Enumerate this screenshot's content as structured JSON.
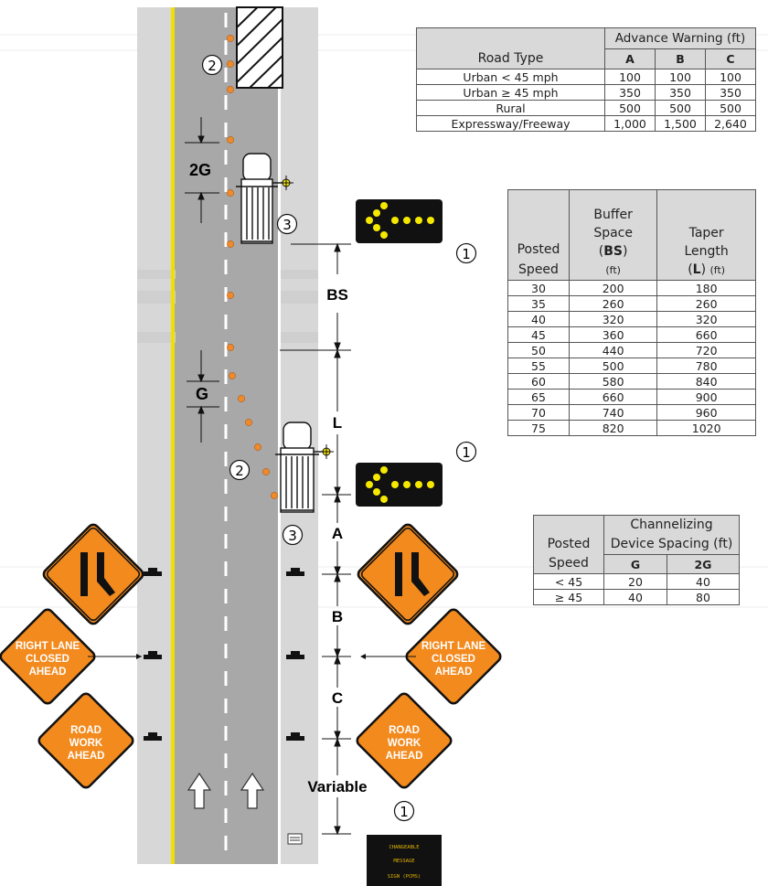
{
  "diagram": {
    "dimension_labels": {
      "two_g": "2G",
      "g": "G",
      "bs": "BS",
      "l": "L",
      "a": "A",
      "b": "B",
      "c": "C",
      "variable": "Variable"
    },
    "callouts": {
      "one": "1",
      "two": "2",
      "three": "3"
    },
    "signs": {
      "right_lane_closed": [
        "RIGHT LANE",
        "CLOSED",
        "AHEAD"
      ],
      "road_work_ahead": [
        "ROAD",
        "WORK",
        "AHEAD"
      ],
      "pcms": [
        "CHANGEABLE",
        "MESSAGE",
        "SIGN (PCMS)"
      ]
    },
    "colors": {
      "road": "#a6a6a6",
      "shoulder": "#d7d7d7",
      "edge_line": "#f0e000",
      "cone": "#ec8a2c",
      "sign_orange": "#f28a1e",
      "arrow_board_light": "#f5e900"
    }
  },
  "advance_warning_table": {
    "group_header": "Advance Warning (ft)",
    "row_header": "Road Type",
    "columns": [
      "A",
      "B",
      "C"
    ],
    "rows": [
      {
        "type": "Urban < 45 mph",
        "a": "100",
        "b": "100",
        "c": "100"
      },
      {
        "type": "Urban ≥ 45 mph",
        "a": "350",
        "b": "350",
        "c": "350"
      },
      {
        "type": "Rural",
        "a": "500",
        "b": "500",
        "c": "500"
      },
      {
        "type": "Expressway/Freeway",
        "a": "1,000",
        "b": "1,500",
        "c": "2,640"
      }
    ]
  },
  "buffer_taper_table": {
    "speed_header": [
      "Posted",
      "Speed"
    ],
    "buffer_header": [
      "Buffer",
      "Space",
      "BS",
      "(ft)"
    ],
    "taper_header": [
      "Taper",
      "Length",
      "L",
      "(ft)"
    ],
    "rows": [
      {
        "speed": "30",
        "bs": "200",
        "l": "180"
      },
      {
        "speed": "35",
        "bs": "260",
        "l": "260"
      },
      {
        "speed": "40",
        "bs": "320",
        "l": "320"
      },
      {
        "speed": "45",
        "bs": "360",
        "l": "660"
      },
      {
        "speed": "50",
        "bs": "440",
        "l": "720"
      },
      {
        "speed": "55",
        "bs": "500",
        "l": "780"
      },
      {
        "speed": "60",
        "bs": "580",
        "l": "840"
      },
      {
        "speed": "65",
        "bs": "660",
        "l": "900"
      },
      {
        "speed": "70",
        "bs": "740",
        "l": "960"
      },
      {
        "speed": "75",
        "bs": "820",
        "l": "1020"
      }
    ]
  },
  "spacing_table": {
    "speed_header": [
      "Posted",
      "Speed"
    ],
    "group_header": [
      "Channelizing",
      "Device Spacing (ft)"
    ],
    "columns": [
      "G",
      "2G"
    ],
    "rows": [
      {
        "speed": "< 45",
        "g": "20",
        "g2": "40"
      },
      {
        "speed": "≥ 45",
        "g": "40",
        "g2": "80"
      }
    ]
  }
}
